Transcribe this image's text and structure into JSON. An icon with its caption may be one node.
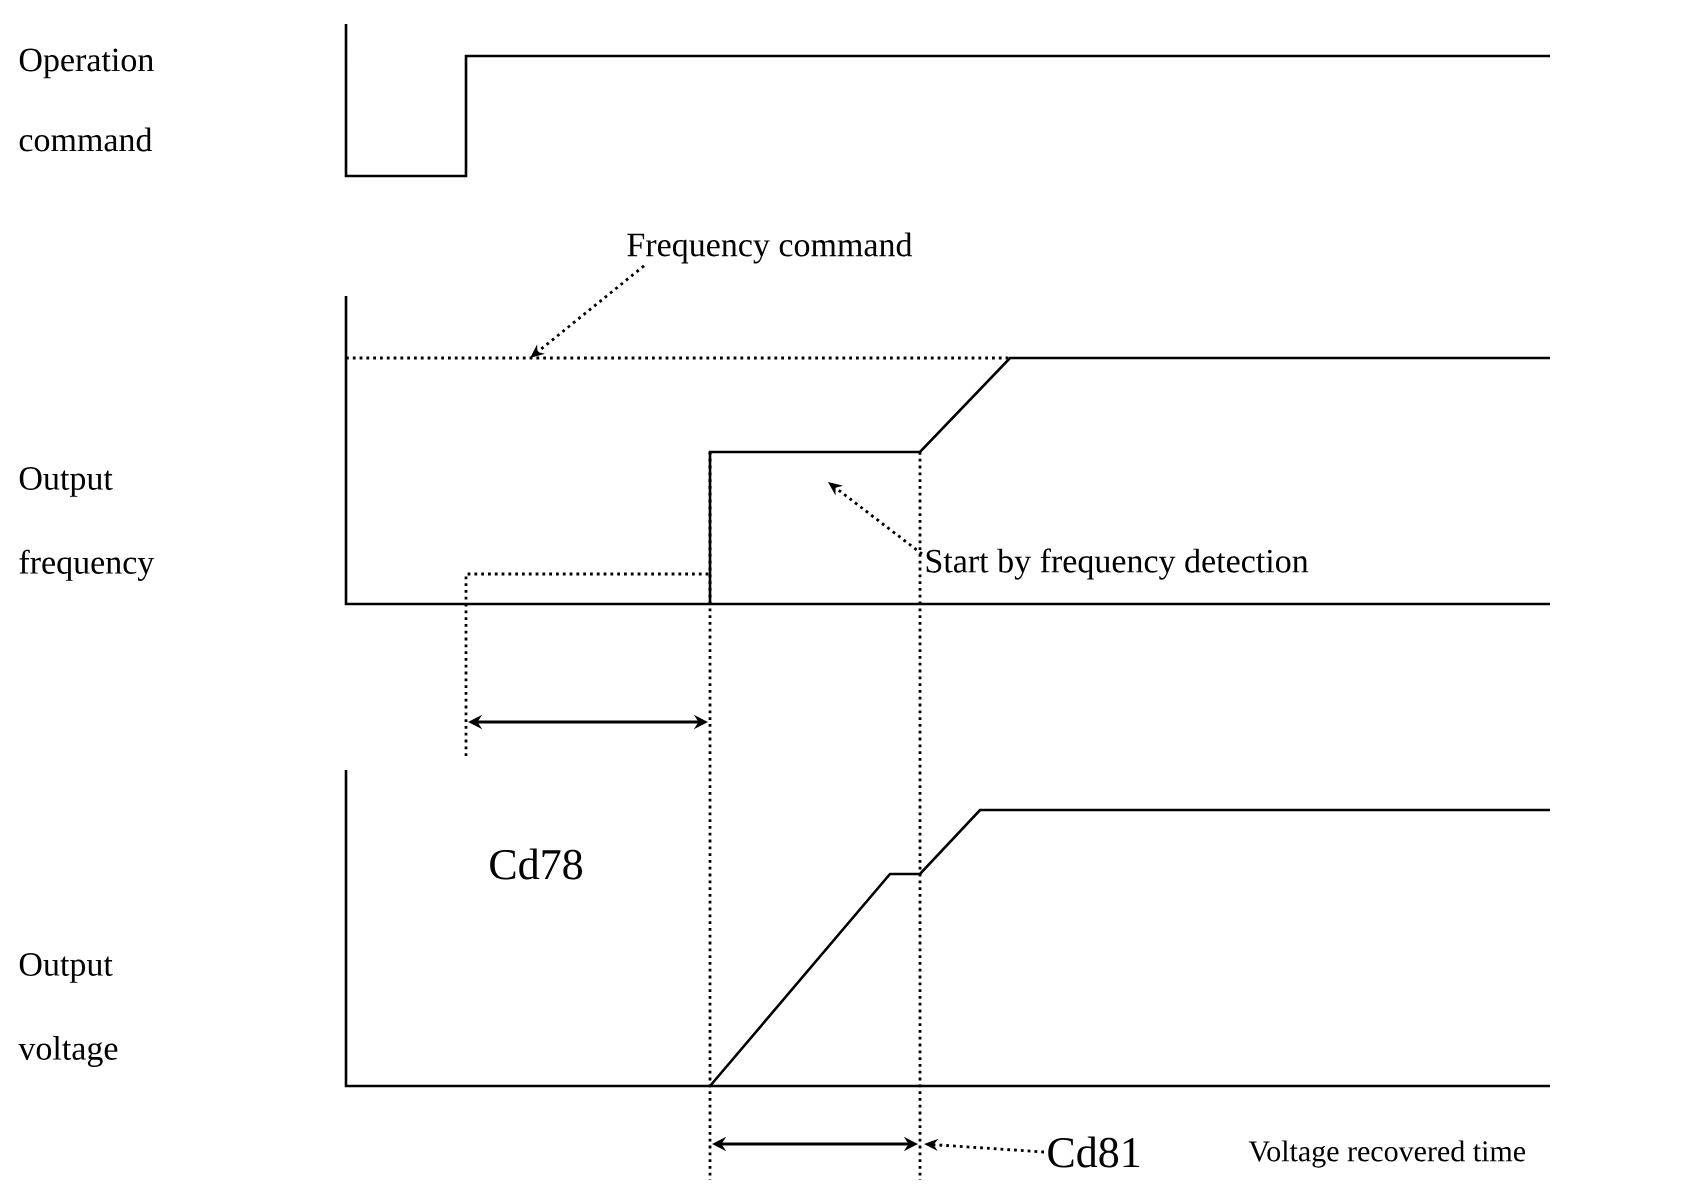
{
  "diagram": {
    "nodes": [
      {
        "text": [
          "Frequency command"
        ]
      },
      {
        "text": [
          "Start by frequency detection"
        ]
      },
      {
        "text": [
          "Cd81"
        ]
      }
    ],
    "edges": [
      {
        "from": 0,
        "to": null,
        "arrow": "to"
      },
      {
        "from": 1,
        "to": null,
        "arrow": "to"
      },
      {
        "from": 2,
        "to": null,
        "arrow": "to"
      }
    ],
    "labels": [
      "Operation command",
      "Output frequency",
      "Cd78",
      "Output voltage",
      "Voltage recovered time"
    ]
  }
}
